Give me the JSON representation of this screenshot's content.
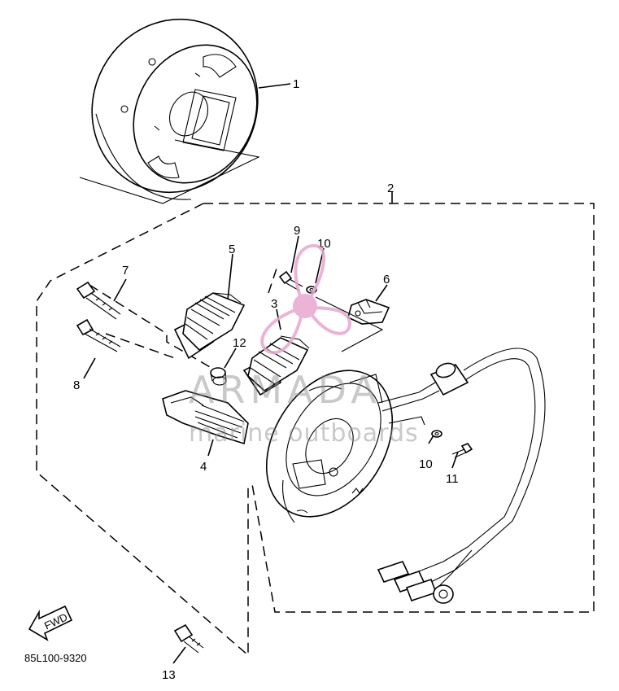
{
  "diagram": {
    "part_code": "85L100-9320",
    "fwd_label": "FWD",
    "callouts": [
      "1",
      "2",
      "3",
      "4",
      "5",
      "6",
      "7",
      "8",
      "9",
      "10",
      "10",
      "11",
      "12",
      "13"
    ]
  },
  "watermark": {
    "brand": "ARMADA",
    "tagline": "marine outboards",
    "color": "#e8a8cf"
  }
}
